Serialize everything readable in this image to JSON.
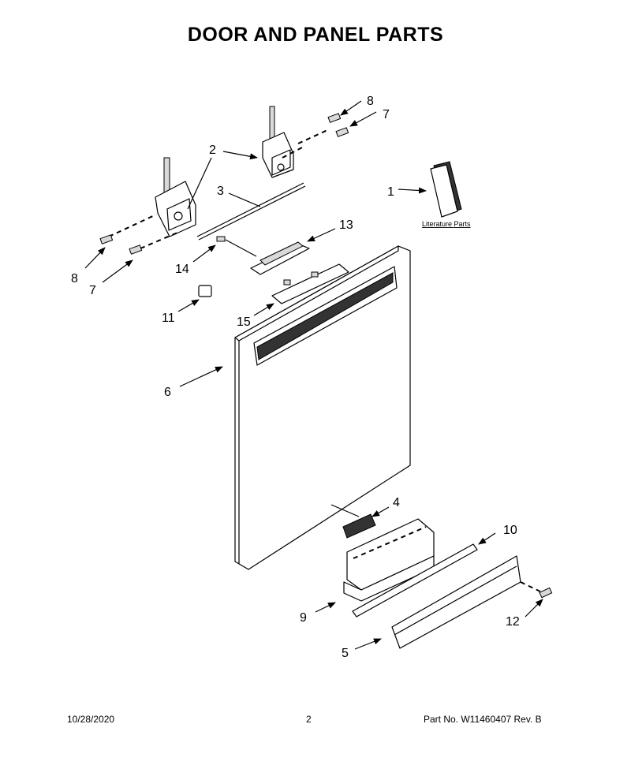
{
  "title": "DOOR AND PANEL PARTS",
  "literature_label": "Literature Parts",
  "callouts": {
    "c1": "1",
    "c2": "2",
    "c3": "3",
    "c4": "4",
    "c5": "5",
    "c6": "6",
    "c7a": "7",
    "c7b": "7",
    "c8a": "8",
    "c8b": "8",
    "c9": "9",
    "c10": "10",
    "c11": "11",
    "c12": "12",
    "c13": "13",
    "c14": "14",
    "c15": "15"
  },
  "footer": {
    "date": "10/28/2020",
    "page": "2",
    "part": "Part No.  W11460407  Rev.  B"
  }
}
